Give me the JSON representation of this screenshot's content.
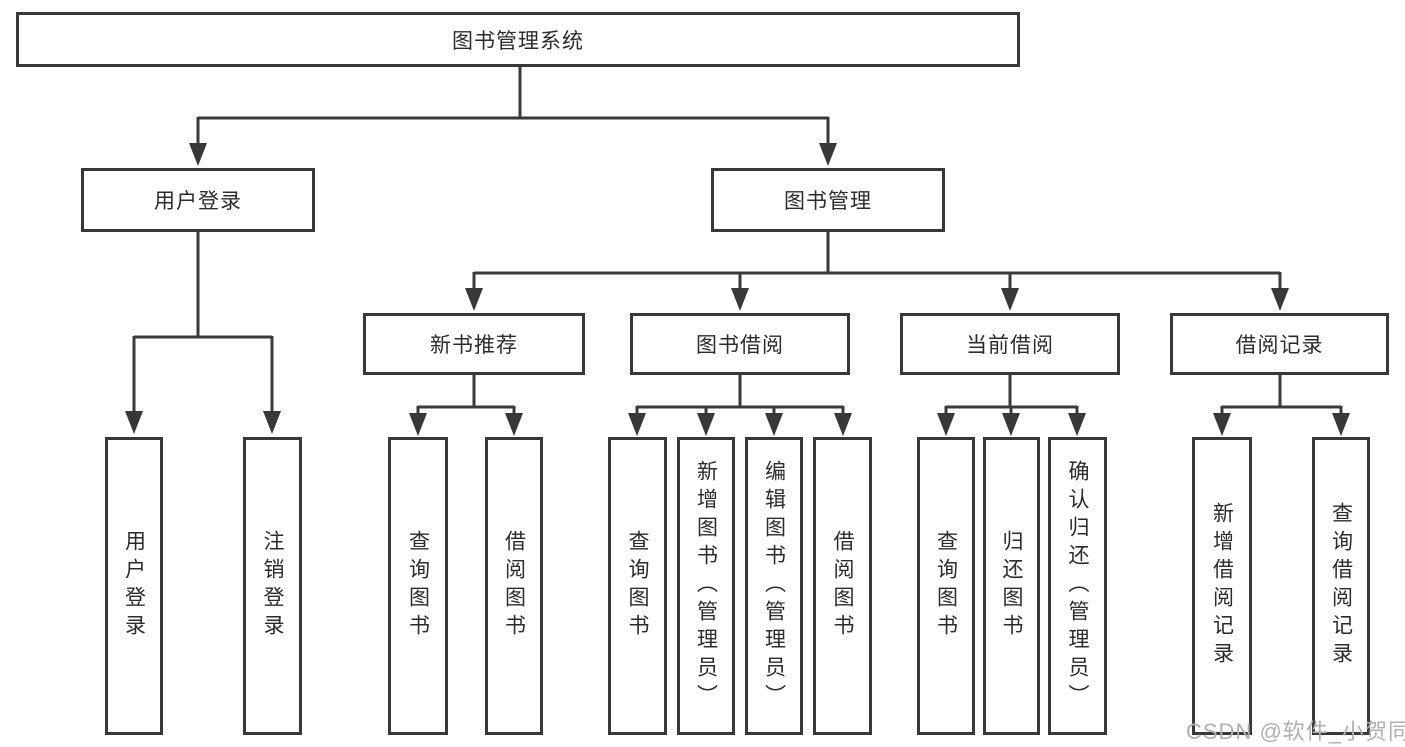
{
  "diagram": {
    "title": "图书管理系统",
    "type": "hierarchy",
    "nodes": {
      "root": "图书管理系统",
      "user_login": "用户登录",
      "book_mgmt": "图书管理",
      "new_book_rec": "新书推荐",
      "book_borrow": "图书借阅",
      "current_borrow": "当前借阅",
      "borrow_record": "借阅记录",
      "ul_login": "用户登录",
      "ul_logout": "注销登录",
      "nb_query": "查询图书",
      "nb_borrow": "借阅图书",
      "bb_query": "查询图书",
      "bb_add": "新增图书（管理员）",
      "bb_edit": "编辑图书（管理员）",
      "bb_borrow": "借阅图书",
      "cb_query": "查询图书",
      "cb_return": "归还图书",
      "cb_confirm": "确认归还（管理员）",
      "br_add": "新增借阅记录",
      "br_query": "查询借阅记录"
    },
    "hierarchy": {
      "图书管理系统": {
        "用户登录": [
          "用户登录",
          "注销登录"
        ],
        "图书管理": {
          "新书推荐": [
            "查询图书",
            "借阅图书"
          ],
          "图书借阅": [
            "查询图书",
            "新增图书（管理员）",
            "编辑图书（管理员）",
            "借阅图书"
          ],
          "当前借阅": [
            "查询图书",
            "归还图书",
            "确认归还（管理员）"
          ],
          "借阅记录": [
            "新增借阅记录",
            "查询借阅记录"
          ]
        }
      }
    },
    "colors": {
      "box_border": "#383838",
      "connector_line": "#3a3a3a",
      "text": "#2c2c2c",
      "background": "#ffffff",
      "watermark": "#b0b0b0"
    }
  },
  "watermark": {
    "text": "CSDN @软件_小贺同学"
  }
}
